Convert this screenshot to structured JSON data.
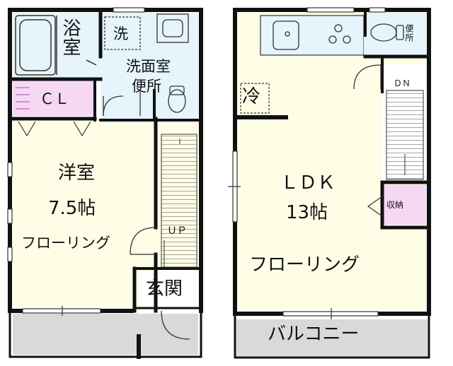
{
  "floor1": {
    "bath": "浴室",
    "washer": "洗",
    "washroom": "洗面室",
    "toilet": "便所",
    "closet": "ＣＬ",
    "bedroom": {
      "name": "洋室",
      "size": "7.5帖",
      "floor": "フローリング"
    },
    "stairs": "ＵＰ",
    "entrance": "玄関"
  },
  "floor2": {
    "fridge": "冷",
    "toilet": "便所",
    "stairs": "ＤＮ",
    "ldk": {
      "name": "ＬＤＫ",
      "size": "13帖",
      "floor": "フローリング"
    },
    "storage": "収納",
    "balcony": "バルコニー"
  },
  "colors": {
    "wall": "#111111",
    "floor_yellow": "#fefee6",
    "wet_blue": "#e6f4fb",
    "closet_pink": "#f6d8f4",
    "balcony_gray": "#d9d9d9",
    "kitchen_blue": "#e6f4fb"
  }
}
